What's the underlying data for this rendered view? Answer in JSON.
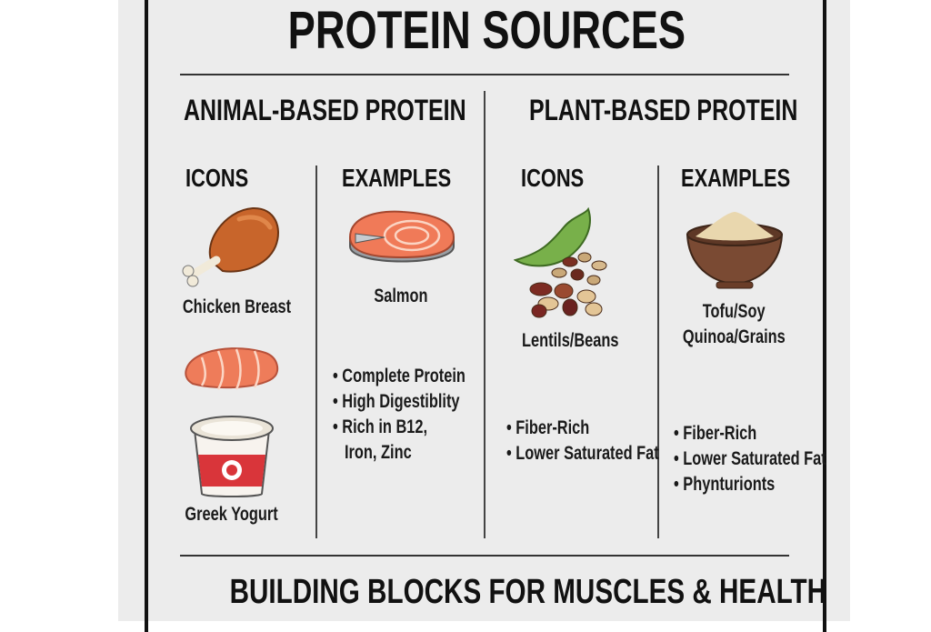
{
  "title": "PROTEIN SOURCES",
  "animal": {
    "heading": "ANIMAL-BASED PROTEIN",
    "icons_heading": "ICONS",
    "examples_heading": "EXAMPLES",
    "icons": [
      {
        "label": "Chicken Breast",
        "icon": "chicken-drumstick-icon"
      },
      {
        "label": "",
        "icon": "salmon-fillet-icon"
      },
      {
        "label": "Greek Yogurt",
        "icon": "yogurt-cup-icon"
      }
    ],
    "example": {
      "label": "Salmon",
      "icon": "salmon-steak-icon"
    },
    "bullets": [
      "• Complete Protein",
      "• High Digestiblity",
      "• Rich in B12,",
      "  Iron, Zinc"
    ]
  },
  "plant": {
    "heading": "PLANT-BASED PROTEIN",
    "icons_heading": "ICONS",
    "examples_heading": "EXAMPLES",
    "icon": {
      "label": "Lentils/Beans",
      "icon": "beans-icon"
    },
    "icon_bullets": [
      "• Fiber-Rich",
      "• Lower Saturated Fat"
    ],
    "example": {
      "label_1": "Tofu/Soy",
      "label_2": "Quinoa/Grains",
      "icon": "grain-bowl-icon"
    },
    "example_bullets": [
      "• Fiber-Rich",
      "• Lower Saturated Fat",
      "• Phynturionts"
    ]
  },
  "footer": "BUILDING BLOCKS FOR MUSCLES & HEALTH"
}
